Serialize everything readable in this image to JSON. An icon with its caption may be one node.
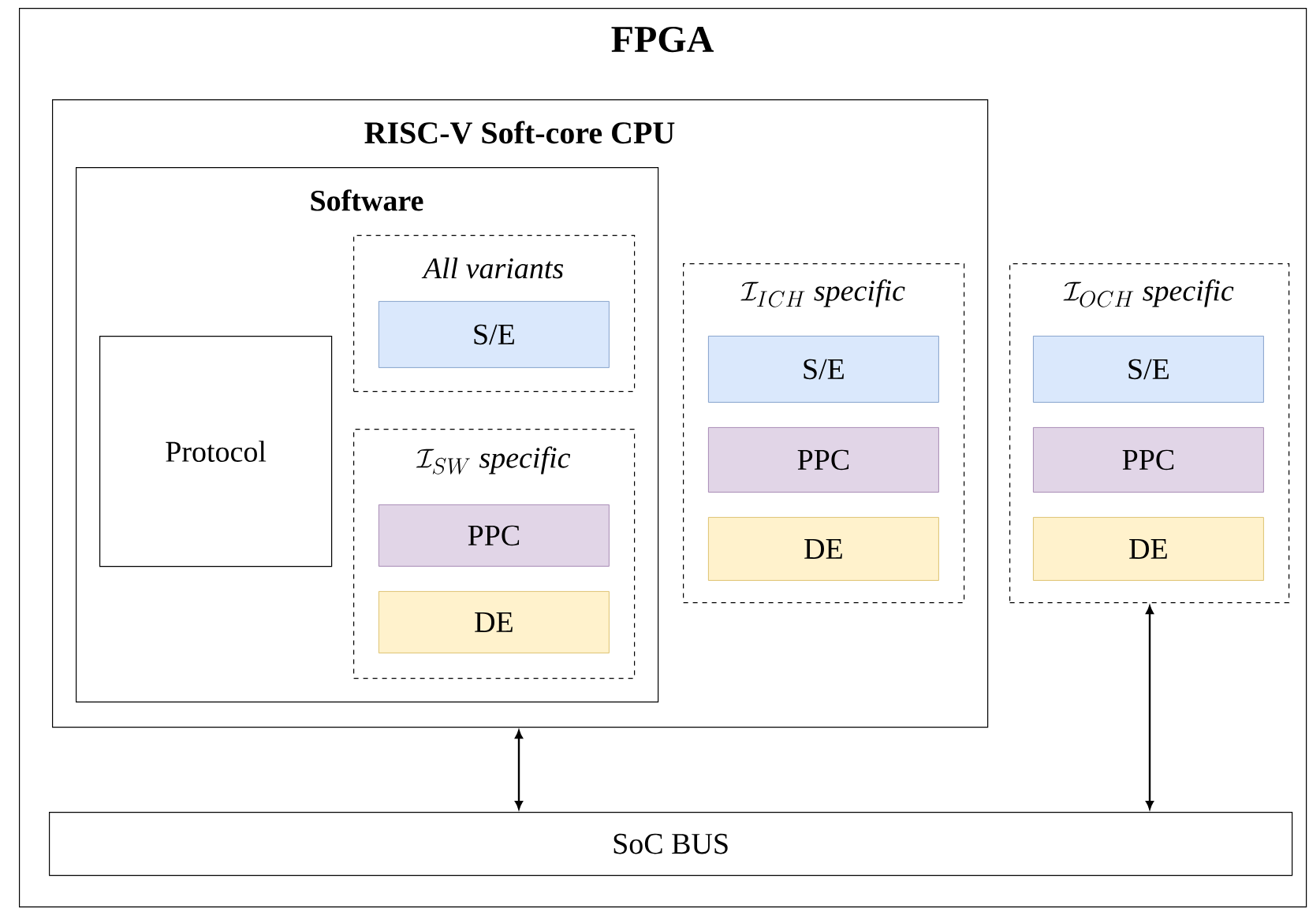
{
  "diagram": {
    "nodes": [
      {
        "text": [
          "FPGA"
        ]
      },
      {
        "text": [
          "RISC-V Soft-core CPU"
        ],
        "in": 0
      },
      {
        "text": [
          "Software"
        ],
        "in": 1
      },
      {
        "text": [
          "Protocol"
        ],
        "in": 2
      },
      {
        "text": [
          "All variants"
        ],
        "in": 2
      },
      {
        "text": [
          "S/E"
        ],
        "in": 4
      },
      {
        "text": [
          "\\mathcal{I}_{SW}\\ \\textit{specific}"
        ],
        "in": 2
      },
      {
        "text": [
          "PPC"
        ],
        "in": 6
      },
      {
        "text": [
          "DE"
        ],
        "in": 6
      },
      {
        "text": [
          "\\mathcal{I}_{ICH}\\ \\textit{specific}"
        ],
        "in": 1
      },
      {
        "text": [
          "S/E"
        ],
        "in": 9
      },
      {
        "text": [
          "PPC"
        ],
        "in": 9
      },
      {
        "text": [
          "DE"
        ],
        "in": 9
      },
      {
        "text": [
          "\\mathcal{I}_{OCH}\\ \\textit{specific}"
        ],
        "in": 0
      },
      {
        "text": [
          "S/E"
        ],
        "in": 13
      },
      {
        "text": [
          "PPC"
        ],
        "in": 13
      },
      {
        "text": [
          "DE"
        ],
        "in": 13
      },
      {
        "text": [
          "SoC BUS"
        ],
        "in": 0
      }
    ],
    "edges": [
      {
        "from": 1,
        "to": 17,
        "arrow": "both"
      },
      {
        "from": 13,
        "to": 17,
        "arrow": "both"
      }
    ]
  }
}
